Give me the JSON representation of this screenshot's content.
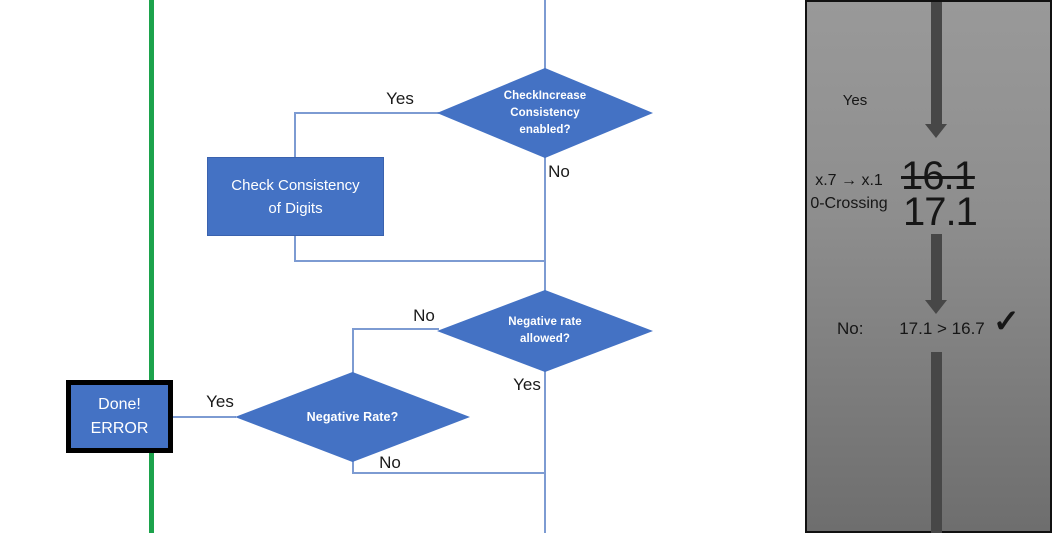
{
  "colors": {
    "shape_blue": "#4472c4",
    "shape_border": "#3a62ae",
    "connector_blue": "#7d9bd2",
    "green_accent": "#1ca34c",
    "arrow_gray": "#474747",
    "panel_gray_top": "#999999",
    "panel_gray_bottom": "#6e6e6e",
    "panel_border": "#111111",
    "terminal_border": "#000000",
    "text_white": "#ffffff",
    "text_dark": "#1a1a1a"
  },
  "flowchart": {
    "decision_top": {
      "lines": [
        "CheckIncrease",
        "Consistency",
        "enabled?"
      ]
    },
    "process_check": {
      "lines": [
        "Check Consistency",
        "of Digits"
      ]
    },
    "decision_allowed": {
      "lines": [
        "Negative rate",
        "allowed?"
      ]
    },
    "decision_rate": {
      "lines": [
        "Negative Rate?"
      ]
    },
    "terminal": {
      "lines": [
        "Done!",
        "ERROR"
      ]
    },
    "labels": {
      "yes_top": "Yes",
      "no_top": "No",
      "no_mid": "No",
      "yes_mid": "Yes",
      "yes_left": "Yes",
      "no_bottom": "No"
    }
  },
  "panel": {
    "yes_label": "Yes",
    "annotation": {
      "line1": "x.7 → x.1",
      "line2": "0-Crossing"
    },
    "value_old": "16.1",
    "value_new": "17.1",
    "result_label": "No:",
    "result_comparison": "17.1 > 16.7",
    "checkmark": "✓"
  }
}
